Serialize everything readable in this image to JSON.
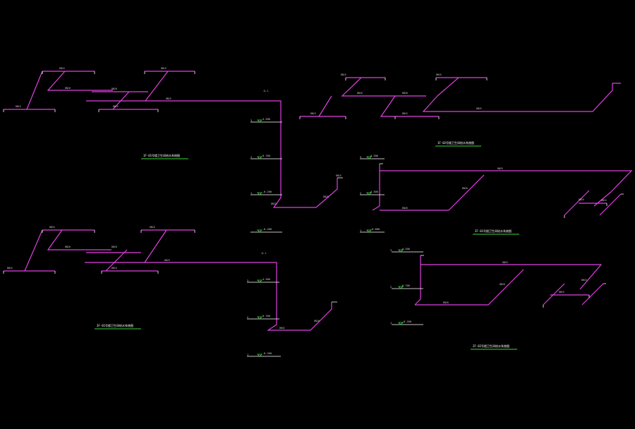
{
  "diagrams": [
    {
      "id": "d1",
      "title": "1F-01号楼卫生间给水系统图",
      "levels": [
        "4.200",
        "0.700",
        "-0.200"
      ],
      "floors": [
        "3",
        "2",
        "1"
      ],
      "bottom_level": "-0.200"
    },
    {
      "id": "d2",
      "title": "1F-02号楼卫生间给水系统图"
    },
    {
      "id": "d3",
      "title": "2F-01号楼卫生间给水系统图",
      "levels": [
        "4.200",
        "4.300",
        "-0.800"
      ],
      "floors": [
        "3",
        "2",
        "1"
      ]
    },
    {
      "id": "d4",
      "title": "3F-01号楼卫生间给水系统图",
      "levels": [
        "4.200",
        "0.700"
      ],
      "floors": [
        "3",
        "2",
        "1"
      ],
      "bottom_level": "-0.200"
    },
    {
      "id": "d5",
      "title": "2F-02号楼卫生间给水系统图",
      "levels": [
        "4.200",
        "0.700",
        "-0.200"
      ],
      "floors": [
        "3",
        "2",
        "1"
      ]
    }
  ],
  "pipe_labels": {
    "dn15": "DN15",
    "dn20": "DN20",
    "dn25": "DN25",
    "dn32": "DN32",
    "jl": "JL-1"
  },
  "colors": {
    "background": "#000000",
    "pipe": "#e040e0",
    "marker": "#3dd63d",
    "text": "#ffffff"
  }
}
